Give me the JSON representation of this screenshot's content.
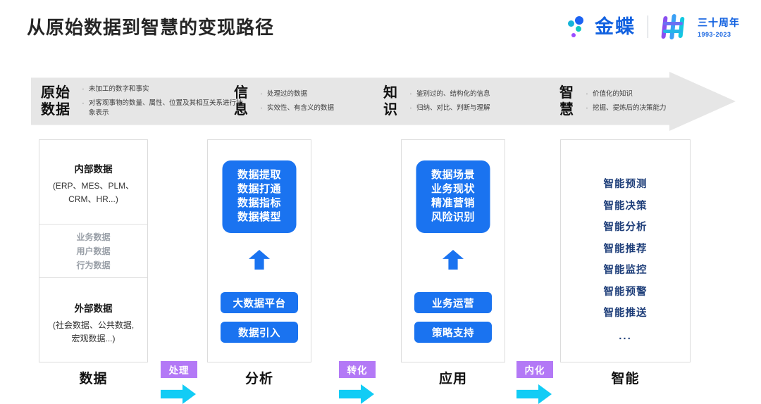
{
  "header": {
    "title": "从原始数据到智慧的变现路径",
    "brand": {
      "name": "金蝶",
      "anniversary_cn": "三十周年",
      "anniversary_years": "1993-2023"
    }
  },
  "banner": {
    "stages": [
      {
        "name": "原始\n数据",
        "bullets": [
          "未加工的数字和事实",
          "对客观事物的数量、属性、位置及其相互关系进行抽象表示"
        ]
      },
      {
        "name": "信\n息",
        "bullets": [
          "处理过的数据",
          "实效性、有含义的数据"
        ]
      },
      {
        "name": "知\n识",
        "bullets": [
          "鉴别过的、结构化的信息",
          "归纳、对比、判断与理解"
        ]
      },
      {
        "name": "智\n慧",
        "bullets": [
          "价值化的知识",
          "挖掘、提炼后的决策能力"
        ]
      }
    ],
    "bullet_marker": "·"
  },
  "columns": [
    {
      "footer": "数据",
      "internal": {
        "title": "内部数据",
        "subtitle": "(ERP、MES、PLM、\nCRM、HR...)"
      },
      "middle": [
        "业务数据",
        "用户数据",
        "行为数据"
      ],
      "external": {
        "title": "外部数据",
        "subtitle": "(社会数据、公共数据,\n宏观数据...)"
      }
    },
    {
      "footer": "分析",
      "card": "数据提取\n数据打通\n数据指标\n数据模型",
      "pills": [
        "大数据平台",
        "数据引入"
      ]
    },
    {
      "footer": "应用",
      "card": "数据场景\n业务现状\n精准营销\n风险识别",
      "pills": [
        "业务运营",
        "策略支持"
      ]
    },
    {
      "footer": "智能",
      "items": [
        "智能预测",
        "智能决策",
        "智能分析",
        "智能推荐",
        "智能监控",
        "智能预警",
        "智能推送"
      ],
      "ellipsis": "..."
    }
  ],
  "connectors": [
    {
      "label": "处理"
    },
    {
      "label": "转化"
    },
    {
      "label": "内化"
    }
  ],
  "colors": {
    "brand_blue": "#1161e0",
    "card_blue": "#1a73f0",
    "navy": "#1f3f7a",
    "connector_purple": "#b379f6",
    "connector_cyan": "#12ccf5",
    "banner_gray": "#e6e6e6"
  }
}
